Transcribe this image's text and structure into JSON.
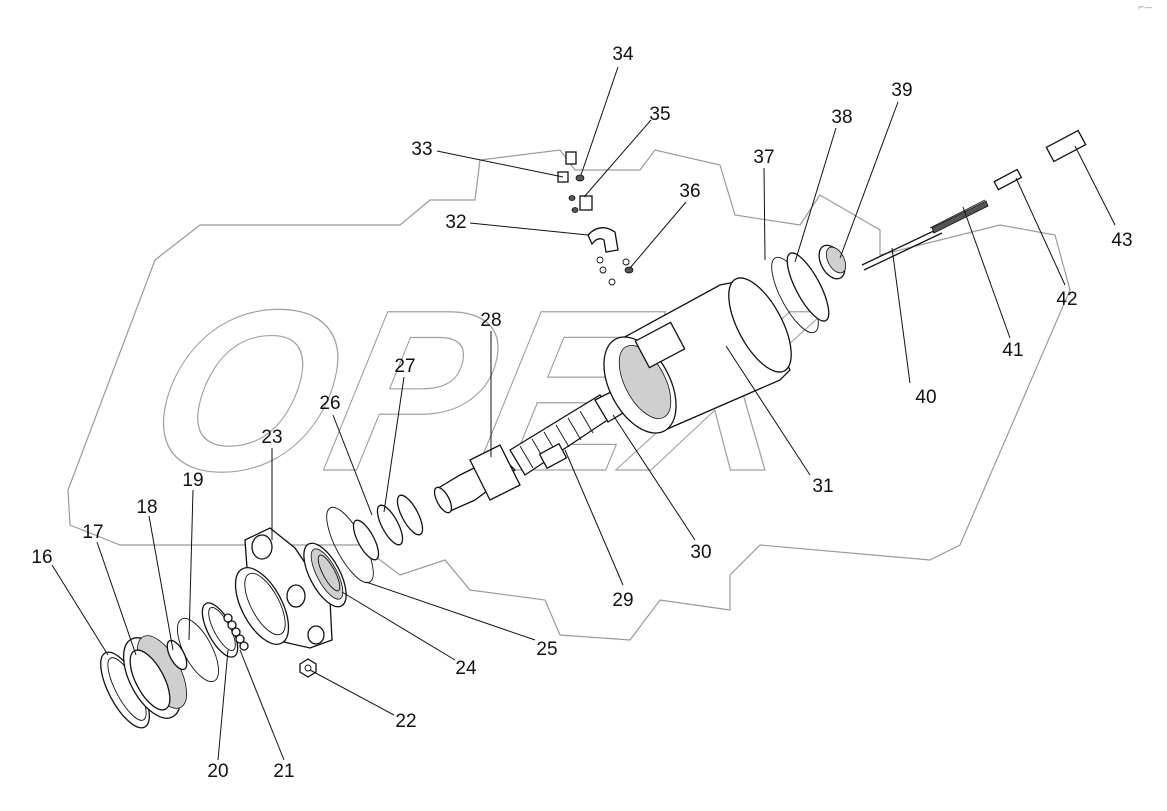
{
  "diagram": {
    "watermark_text": "OPEX",
    "corner_mark": "⌐—",
    "callouts": [
      "16",
      "17",
      "18",
      "19",
      "20",
      "21",
      "22",
      "23",
      "24",
      "25",
      "26",
      "27",
      "28",
      "29",
      "30",
      "31",
      "32",
      "33",
      "34",
      "35",
      "36",
      "37",
      "38",
      "39",
      "40",
      "41",
      "42",
      "43"
    ]
  }
}
